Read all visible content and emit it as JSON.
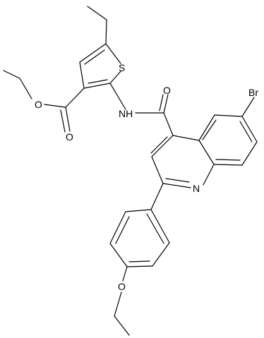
{
  "structure": {
    "atom_labels": {
      "sulfur": "S",
      "amide_nh": "NH",
      "amide_o": "O",
      "ester_carbonyl_o": "O",
      "ester_ether_o": "O",
      "bromine": "Br",
      "quinoline_n": "N",
      "phenoxy_o": "O"
    }
  }
}
